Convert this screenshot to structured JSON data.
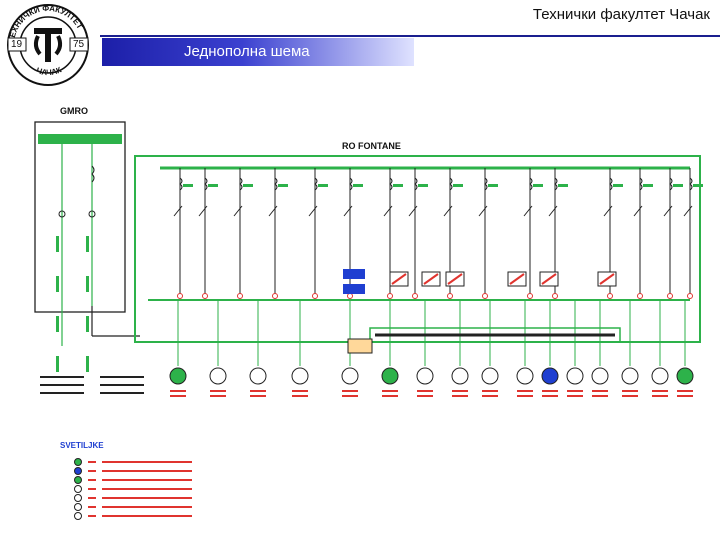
{
  "header": {
    "title": "Технички факултет Чачак"
  },
  "banner": {
    "label": "Једнополна шема"
  },
  "logo": {
    "text_ring": "ТЕХНИЧКИ ФАКУЛТЕТ ЧАЧАК",
    "year_left": "19",
    "year_right": "75"
  },
  "diagram": {
    "left_box_label": "GMRO",
    "main_box_label": "RO FONTANE",
    "legend_title": "SVETILJKE",
    "colors": {
      "bus": "#2db24a",
      "wire": "#e0342f",
      "frame": "#222222",
      "blue": "#1f3fd1",
      "fill": "#ffd89a"
    }
  }
}
